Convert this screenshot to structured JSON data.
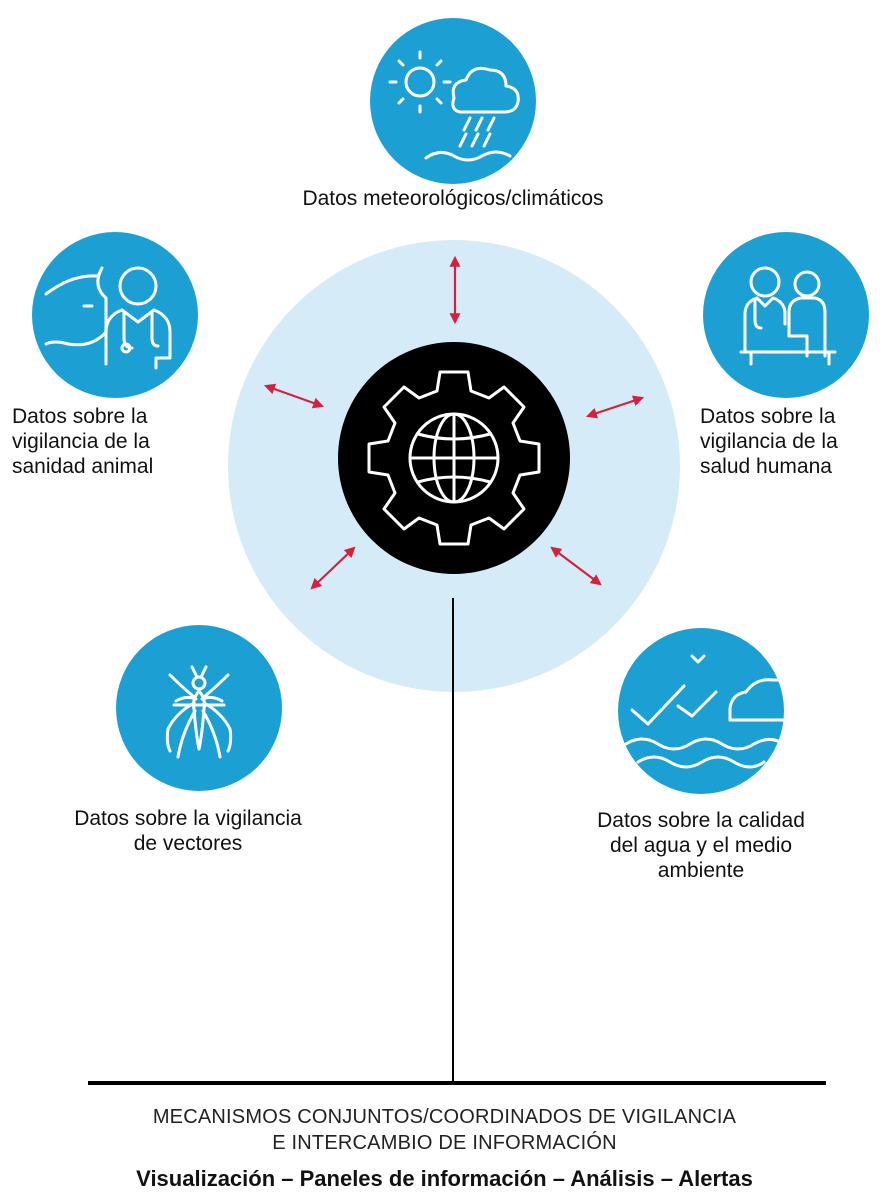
{
  "nodes": {
    "weather": {
      "icon": "weather-icon",
      "lines": [
        "Datos meteorológicos/climáticos"
      ]
    },
    "animal": {
      "icon": "animal-health-icon",
      "lines": [
        "Datos sobre la",
        "vigilancia de la",
        "sanidad animal"
      ]
    },
    "human": {
      "icon": "human-health-icon",
      "lines": [
        "Datos sobre la",
        "vigilancia de la",
        "salud humana"
      ]
    },
    "vector": {
      "icon": "mosquito-icon",
      "lines": [
        "Datos sobre la vigilancia",
        "de vectores"
      ]
    },
    "environment": {
      "icon": "environment-icon",
      "lines": [
        "Datos sobre la calidad",
        "del agua y el medio",
        "ambiente"
      ]
    }
  },
  "hub": {
    "icon": "gear-globe-icon"
  },
  "mechanisms": {
    "lines": [
      "MECANISMOS CONJUNTOS/COORDINADOS DE VIGILANCIA",
      "E INTERCAMBIO DE INFORMACIÓN"
    ],
    "tools": "Visualización – Paneles de información – Análisis – Alertas"
  },
  "colors": {
    "node": "#1ca0d4",
    "halo": "#d6ebf8",
    "hub": "#000000",
    "arrow": "#d4213d"
  }
}
